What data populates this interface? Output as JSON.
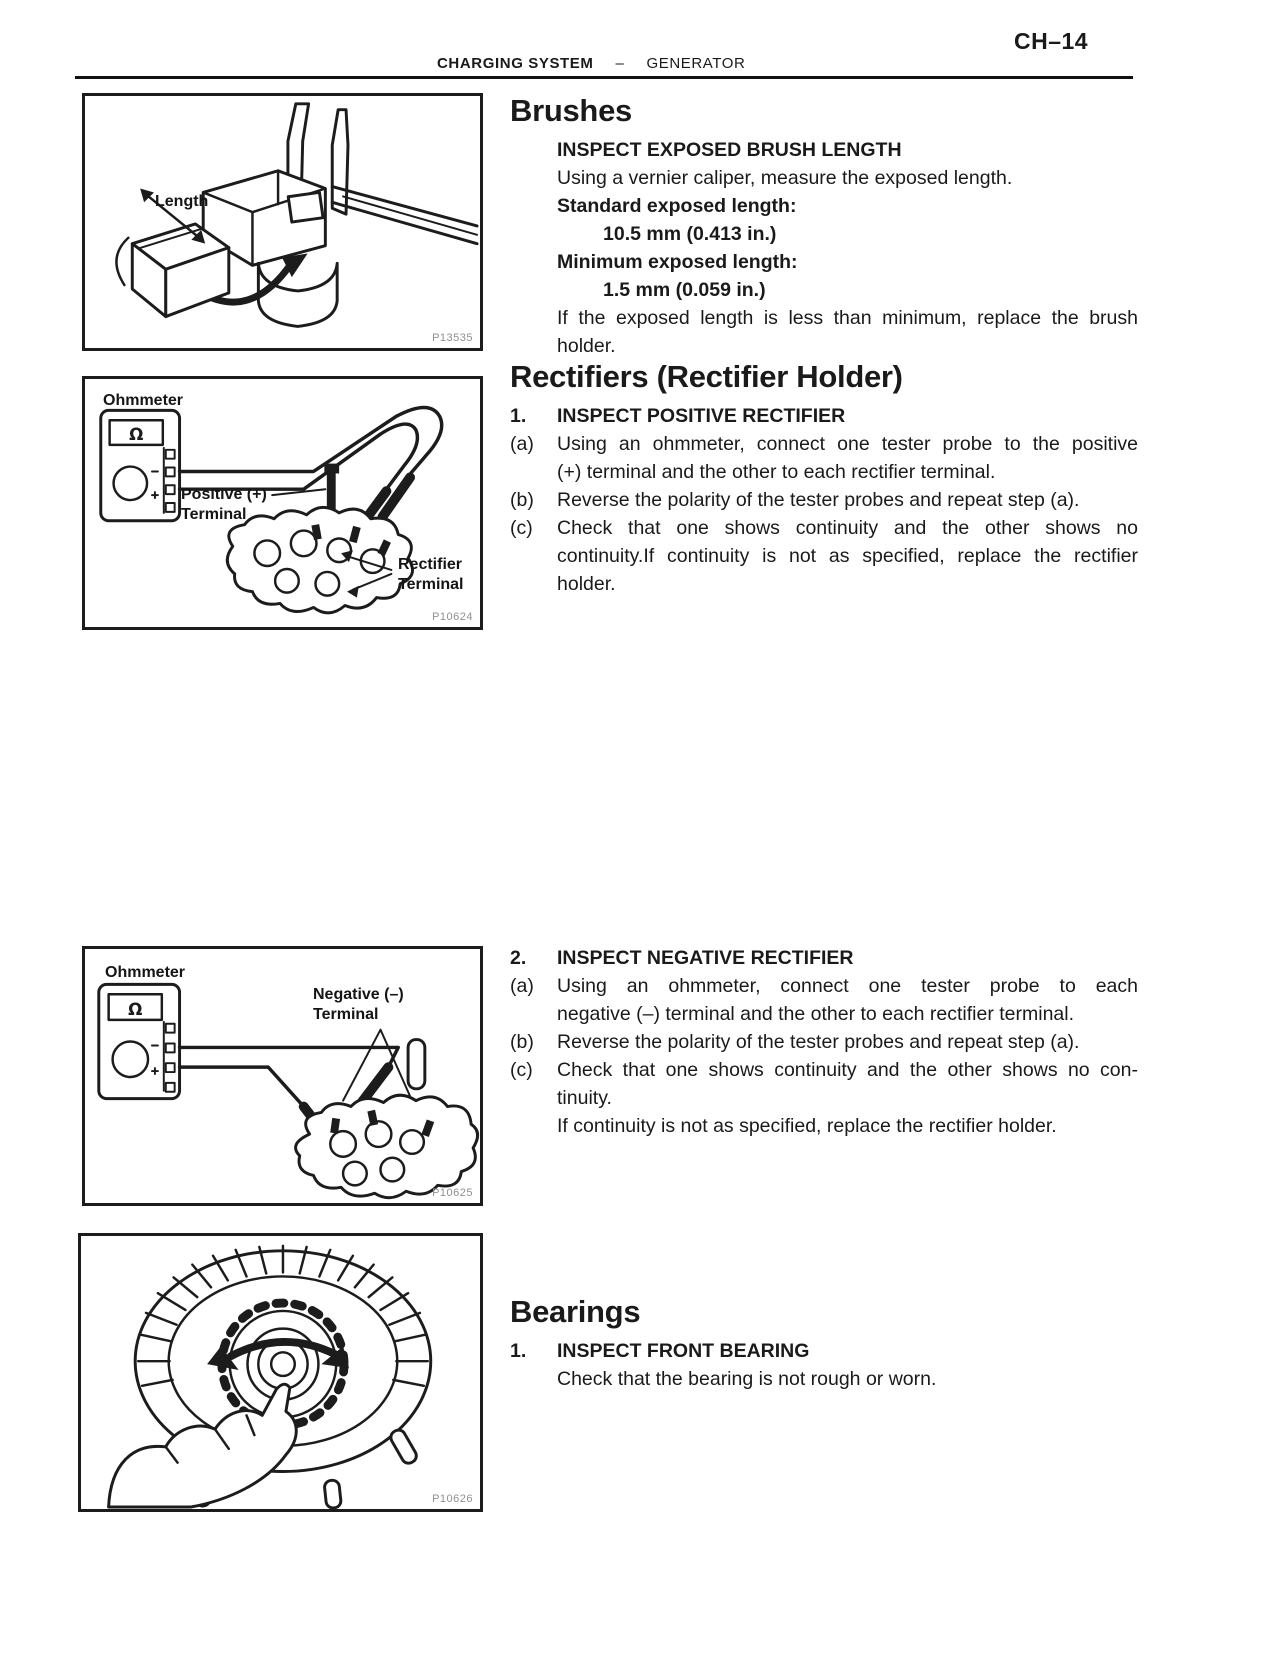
{
  "header": {
    "page_code": "CH–14",
    "section": "CHARGING SYSTEM",
    "separator": "–",
    "subsection": "GENERATOR"
  },
  "sections": {
    "brushes": {
      "title": "Brushes",
      "subtitle": "INSPECT EXPOSED BRUSH LENGTH",
      "intro": "Using a vernier caliper, measure the exposed length.",
      "spec1_label": "Standard exposed length:",
      "spec1_value": "10.5 mm (0.413 in.)",
      "spec2_label": "Minimum exposed length:",
      "spec2_value": "1.5 mm (0.059 in.)",
      "note_lines": [
        "If the exposed length is less than minimum, replace the brush",
        "holder."
      ]
    },
    "rectifiers": {
      "title": "Rectifiers (Rectifier Holder)",
      "item1": {
        "num": "1.",
        "title": "INSPECT POSITIVE RECTIFIER",
        "steps": [
          {
            "label": "(a)",
            "lines": [
              "Using an ohmmeter, connect one tester probe to the positive",
              "(+) terminal and the other to each rectifier terminal."
            ]
          },
          {
            "label": "(b)",
            "lines": [
              "Reverse the polarity of the tester probes and repeat step (a)."
            ]
          },
          {
            "label": "(c)",
            "lines": [
              "Check that one shows continuity and the other shows no",
              "continuity.If continuity is not as specified, replace the rectifier",
              "holder."
            ]
          }
        ]
      },
      "item2": {
        "num": "2.",
        "title": "INSPECT NEGATIVE RECTIFIER",
        "steps": [
          {
            "label": "(a)",
            "lines": [
              "Using an ohmmeter, connect one tester probe to each",
              "negative (–) terminal and the other to each rectifier terminal."
            ]
          },
          {
            "label": "(b)",
            "lines": [
              "Reverse the polarity of the tester probes and repeat step (a)."
            ]
          },
          {
            "label": "(c)",
            "lines": [
              "Check that one shows continuity and the other shows no con-",
              "tinuity."
            ]
          },
          {
            "label": "",
            "lines": [
              "If continuity is not as specified, replace the rectifier holder."
            ]
          }
        ]
      }
    },
    "bearings": {
      "title": "Bearings",
      "item1": {
        "num": "1.",
        "title": "INSPECT FRONT BEARING",
        "text": "Check that the bearing is not rough or worn."
      }
    }
  },
  "figures": {
    "fig1": {
      "length_label": "Length",
      "code": "P13535"
    },
    "fig2": {
      "ohmmeter_label": "Ohmmeter",
      "meter_symbol": "Ω",
      "positive_l1": "Positive (+)",
      "positive_l2": "Terminal",
      "rectifier_l1": "Rectifier",
      "rectifier_l2": "Terminal",
      "code": "P10624"
    },
    "fig3": {
      "ohmmeter_label": "Ohmmeter",
      "meter_symbol": "Ω",
      "negative_l1": "Negative (–)",
      "negative_l2": "Terminal",
      "code": "P10625"
    },
    "fig4": {
      "code": "P10626"
    }
  }
}
